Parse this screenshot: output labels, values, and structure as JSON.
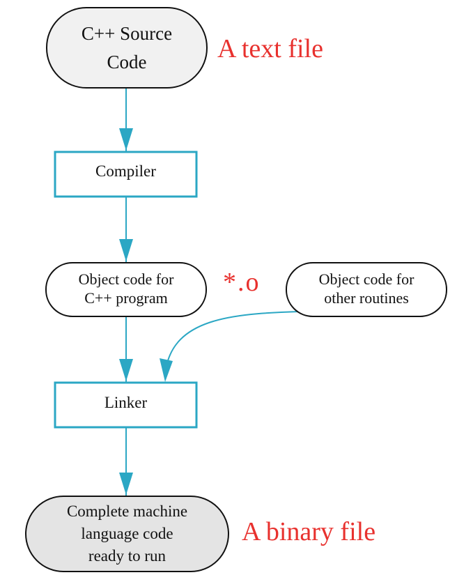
{
  "colors": {
    "edge": "#2ba7c4",
    "node_border": "#111111",
    "box_border": "#2ba7c4",
    "terminal_fill_top": "#f2f2f2",
    "terminal_fill_bottom": "#e3e3e3",
    "annotation": "#e8312e"
  },
  "nodes": {
    "source": {
      "line1": "C++ Source",
      "line2": "Code"
    },
    "compiler": {
      "label": "Compiler"
    },
    "object_cpp": {
      "line1": "Object code for",
      "line2": "C++ program"
    },
    "object_other": {
      "line1": "Object code for",
      "line2": "other routines"
    },
    "linker": {
      "label": "Linker"
    },
    "executable": {
      "line1": "Complete machine",
      "line2": "language code",
      "line3": "ready to run"
    }
  },
  "annotations": {
    "text_file": "A text file",
    "object_ext": "*.o",
    "binary_file": "A binary file"
  }
}
